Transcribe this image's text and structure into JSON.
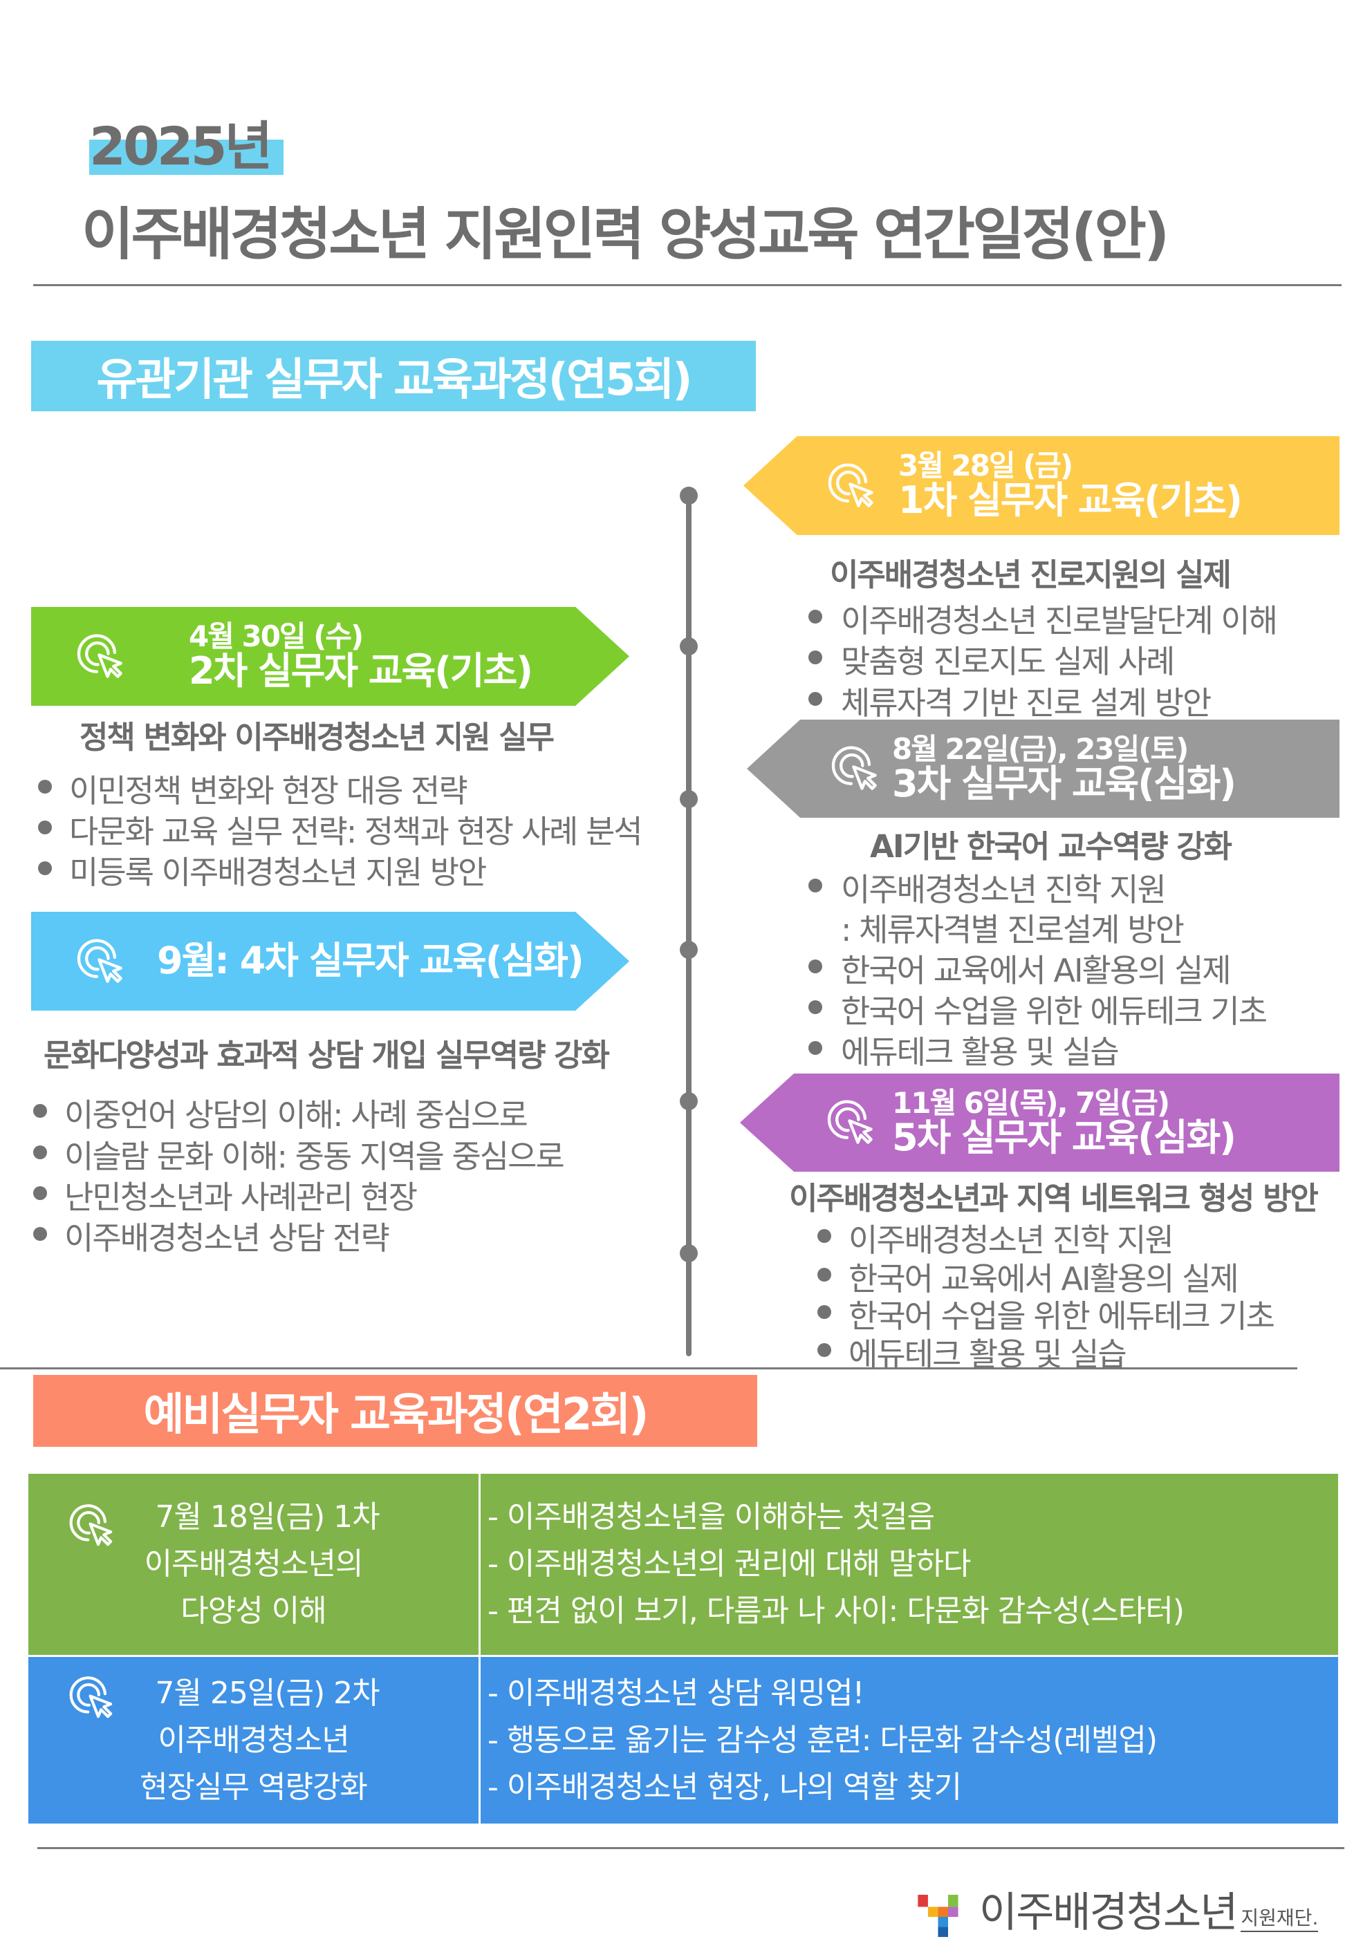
{
  "header": {
    "year": "2025년",
    "title": "이주배경청소년 지원인력 양성교육 연간일정(안)"
  },
  "colors": {
    "cyan": "#6dd3f0",
    "yellow": "#fecb4b",
    "green": "#7ecd2f",
    "gray": "#9a9a9a",
    "blue": "#5bc8f8",
    "purple": "#b86cc6",
    "salmon": "#fd8a6b",
    "table_green": "#80b34a",
    "table_blue": "#3f92e6"
  },
  "section1": {
    "title": "유관기관 실무자 교육과정(연5회)",
    "sessions": [
      {
        "date": "3월 28일 (금)",
        "name": "1차 실무자 교육(기초)",
        "subtitle": "이주배경청소년 진로지원의 실제",
        "bullets": [
          "이주배경청소년 진로발달단계 이해",
          "맞춤형 진로지도 실제 사례",
          "체류자격 기반 진로 설계 방안"
        ]
      },
      {
        "date": "4월 30일 (수)",
        "name": "2차 실무자 교육(기초)",
        "subtitle": "정책 변화와 이주배경청소년 지원 실무",
        "bullets": [
          "이민정책 변화와 현장 대응 전략",
          "다문화 교육 실무 전략: 정책과 현장 사례 분석",
          "미등록 이주배경청소년 지원 방안"
        ]
      },
      {
        "date": "8월 22일(금), 23일(토)",
        "name": "3차 실무자 교육(심화)",
        "subtitle": "AI기반 한국어 교수역량 강화",
        "bullets": [
          "이주배경청소년 진학 지원",
          ": 체류자격별 진로설계 방안",
          "한국어 교육에서  AI활용의 실제",
          "한국어 수업을 위한 에듀테크 기초",
          "에듀테크 활용 및 실습"
        ]
      },
      {
        "name": "9월: 4차 실무자 교육(심화)",
        "subtitle": "문화다양성과 효과적 상담 개입 실무역량 강화",
        "bullets": [
          "이중언어 상담의 이해: 사례 중심으로",
          "이슬람 문화 이해: 중동 지역을 중심으로",
          "난민청소년과 사례관리 현장",
          "이주배경청소년 상담 전략"
        ]
      },
      {
        "date": "11월 6일(목), 7일(금)",
        "name": "5차 실무자 교육(심화)",
        "subtitle": "이주배경청소년과 지역 네트워크 형성 방안",
        "bullets": [
          "이주배경청소년 진학 지원",
          "한국어 교육에서  AI활용의 실제",
          "한국어 수업을 위한 에듀테크 기초",
          "에듀테크 활용 및 실습"
        ]
      }
    ]
  },
  "section2": {
    "title": "예비실무자 교육과정(연2회)",
    "rows": [
      {
        "left": [
          "7월 18일(금) 1차",
          "이주배경청소년의",
          "다양성 이해"
        ],
        "items": [
          "- 이주배경청소년을 이해하는 첫걸음",
          "- 이주배경청소년의 권리에 대해 말하다",
          "- 편견 없이 보기, 다름과 나 사이: 다문화 감수성(스타터)"
        ]
      },
      {
        "left": [
          "7월 25일(금) 2차",
          "이주배경청소년",
          "현장실무 역량강화"
        ],
        "items": [
          "- 이주배경청소년 상담 워밍업!",
          "- 행동으로 옮기는 감수성 훈련: 다문화 감수성(레벨업)",
          "- 이주배경청소년 현장, 나의 역할 찾기"
        ]
      }
    ]
  },
  "footer": {
    "logo_main": "이주배경청소년",
    "logo_sub": "지원재단."
  }
}
